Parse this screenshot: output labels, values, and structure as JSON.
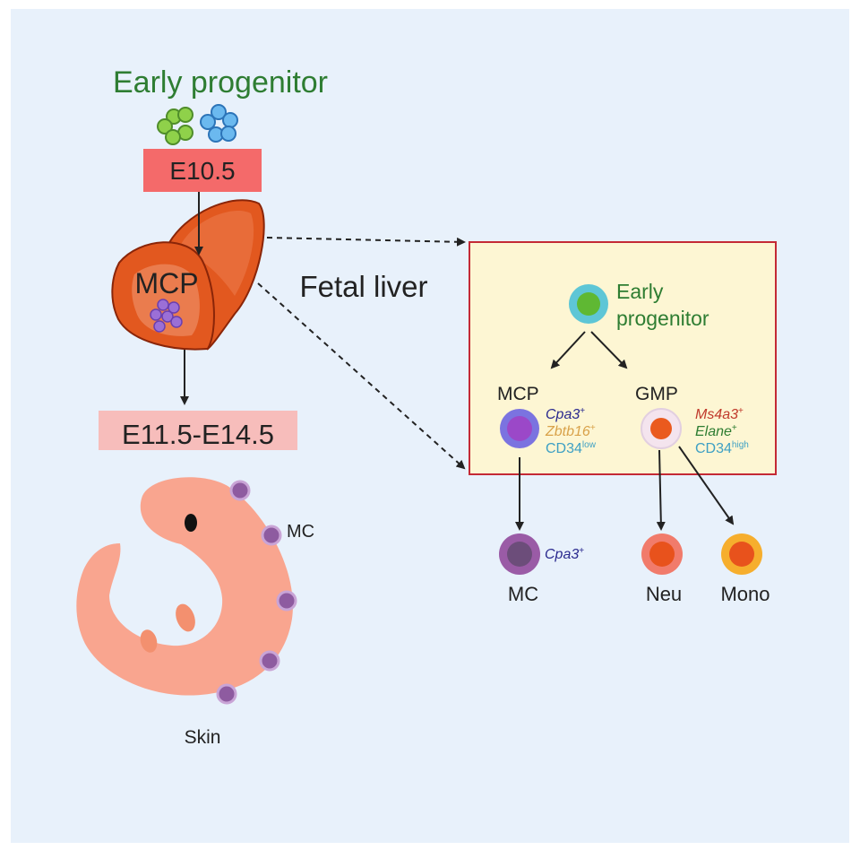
{
  "colors": {
    "background": "#e8f1fb",
    "green_text": "#2e7d32",
    "e105_box": "#f46a6a",
    "e11_box": "#f7bdbb",
    "liver": "#e2581f",
    "inset_fill": "#fdf6d3",
    "inset_border": "#c42a35",
    "embryo": "#f9a58f",
    "mc_dot": "#8e5ba0",
    "cpa3_blue": "#2a2a8f",
    "zbtb16_gold": "#d9a24a",
    "cd34_teal": "#3ea0c4",
    "ms4a3_red": "#c0392b",
    "elane_green": "#2e7d32"
  },
  "left": {
    "early_progenitor": "Early progenitor",
    "e105": "E10.5",
    "mcp": "MCP",
    "fetal_liver": "Fetal liver",
    "e11": "E11.5-E14.5",
    "mc": "MC",
    "skin": "Skin"
  },
  "inset": {
    "early_line1": "Early",
    "early_line2": "progenitor",
    "mcp": "MCP",
    "gmp": "GMP",
    "mcp_markers": {
      "cpa3": "Cpa3",
      "cpa3_sup": "+",
      "zbtb16": "Zbtb16",
      "zbtb16_sup": "+",
      "cd34": "CD34",
      "cd34_sup": "low"
    },
    "gmp_markers": {
      "ms4a3": "Ms4a3",
      "ms4a3_sup": "+",
      "elane": "Elane",
      "elane_sup": "+",
      "cd34": "CD34",
      "cd34_sup": "high"
    }
  },
  "outputs": {
    "mc": "MC",
    "mc_marker": "Cpa3",
    "mc_marker_sup": "+",
    "neu": "Neu",
    "mono": "Mono"
  }
}
